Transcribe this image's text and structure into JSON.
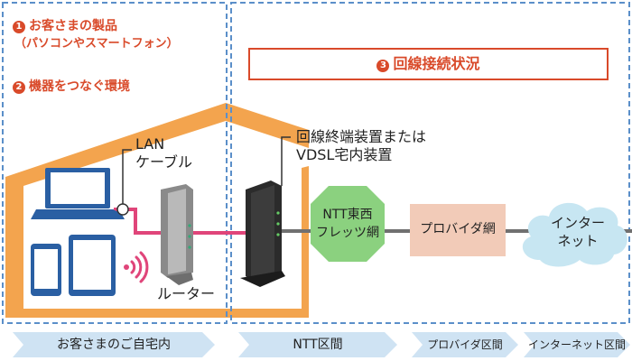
{
  "labels": {
    "item1_number": "1",
    "item1_line1": "お客さまの製品",
    "item1_line2": "（パソコンやスマートフォン）",
    "item2_number": "2",
    "item2_text": "機器をつなぐ環境",
    "section3_number": "3",
    "section3_title": "回線接続状況",
    "lan_cable_line1": "LAN",
    "lan_cable_line2": "ケーブル",
    "router": "ルーター",
    "onu_line1": "回線終端装置または",
    "onu_line2": "VDSL宅内装置",
    "ntt_line1": "NTT東西",
    "ntt_line2": "フレッツ網",
    "provider_net": "プロバイダ網",
    "internet_line1": "インター",
    "internet_line2": "ネット"
  },
  "bottom_tabs": [
    {
      "label": "お客さまのご自宅内"
    },
    {
      "label": "NTT区間"
    },
    {
      "label": "プロバイダ区間"
    },
    {
      "label": "インターネット区間"
    }
  ],
  "colors": {
    "accent_red": "#d94a2a",
    "roof_orange": "#f3a44e",
    "dashed_blue": "#5b8fc9",
    "lan_pink": "#e0457a",
    "line_gray": "#707070",
    "ntt_green": "#8bd17f",
    "provider_peach": "#f2cbb8",
    "cloud_blue": "#c7e6f2",
    "tab_blue": "#cfe3f3",
    "device_blue": "#2a5fa3",
    "wifi_pink": "#e0457a"
  }
}
